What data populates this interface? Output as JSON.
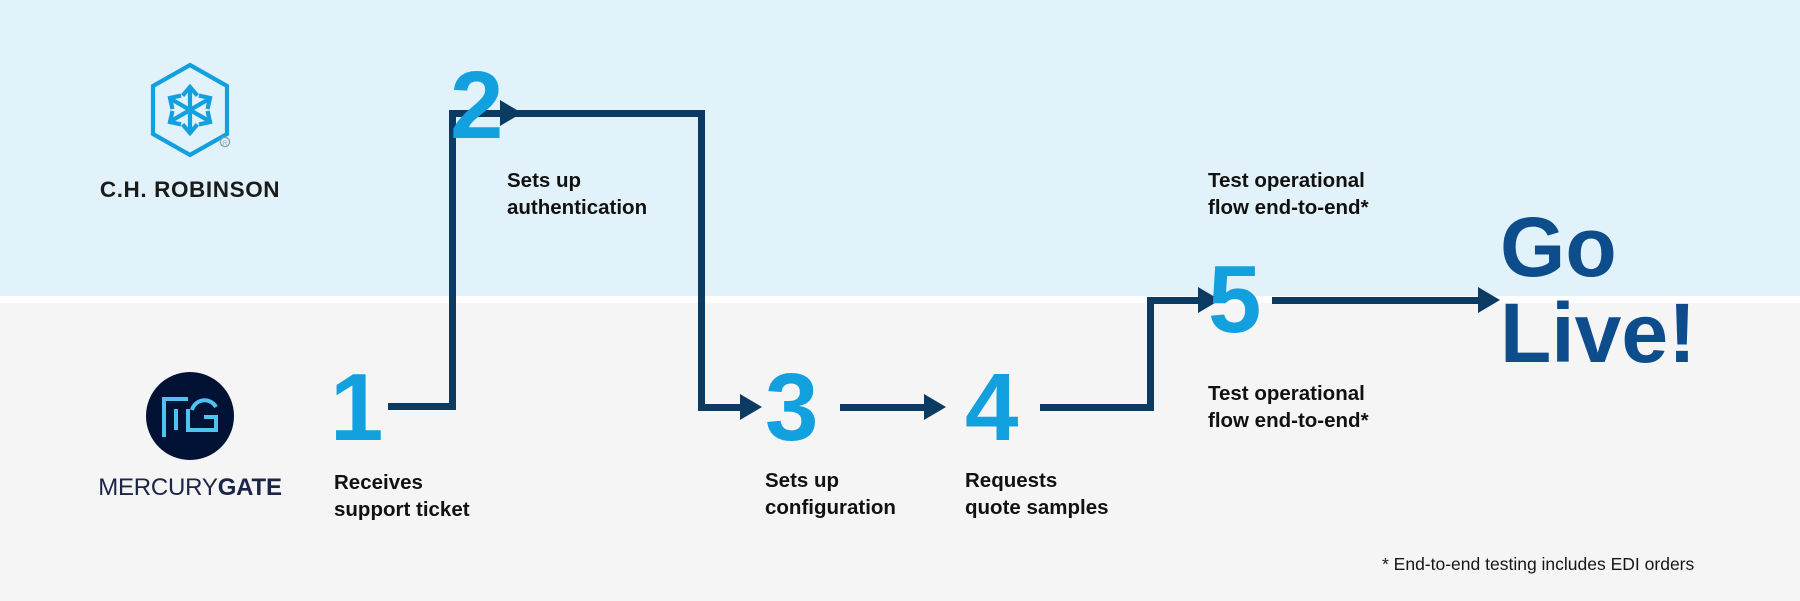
{
  "theme": {
    "band_top_color": "#e2f2fb",
    "band_bottom_color": "#f5f5f5",
    "number_color": "#13a0de",
    "connector_color": "#0b3a63",
    "golive_color": "#0d4d8c",
    "mercurygate_circle_color": "#021235",
    "mercurygate_mark_color": "#4dc3f0",
    "chrobinson_mark_color": "#13a0de"
  },
  "logos": {
    "top": {
      "name": "C.H. Robinson",
      "wordmark": "C.H. ROBINSON",
      "icon": "cube-arrows-hexagon-icon"
    },
    "bottom": {
      "name": "MercuryGate",
      "wordmark_light": "MERCURY",
      "wordmark_bold": "GATE",
      "monogram": "MG",
      "icon": "mercurygate-monogram-icon"
    }
  },
  "steps": [
    {
      "number": "1",
      "label": "Receives\nsupport ticket",
      "lane": "bottom"
    },
    {
      "number": "2",
      "label": "Sets up\nauthentication",
      "lane": "top"
    },
    {
      "number": "3",
      "label": "Sets up\nconfiguration",
      "lane": "bottom"
    },
    {
      "number": "4",
      "label": "Requests\nquote samples",
      "lane": "bottom"
    },
    {
      "number": "5",
      "label_top": "Test operational\nflow end-to-end*",
      "label_bottom": "Test operational\nflow end-to-end*",
      "lane": "split"
    }
  ],
  "outcome": {
    "label": "Go\nLive!"
  },
  "footnote": {
    "text": "* End-to-end testing includes EDI orders"
  }
}
